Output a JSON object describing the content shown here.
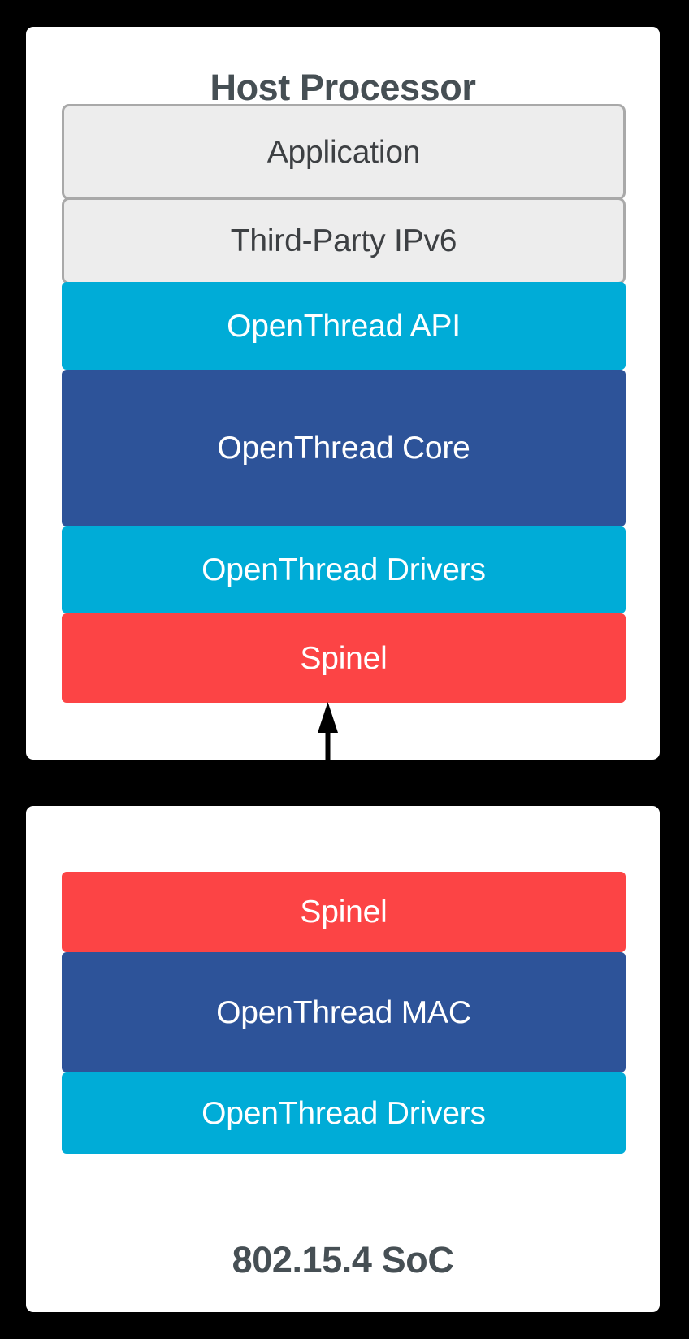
{
  "diagram": {
    "type": "layered-architecture",
    "background_color": "#000000",
    "orientation": "vertical"
  },
  "palette": {
    "card_background": "#ffffff",
    "title_text": "#464f54",
    "grey_fill": "#ededed",
    "grey_border": "#a9a9a9",
    "grey_text": "#3d4043",
    "cyan": "#00acd7",
    "navy": "#2d5399",
    "red": "#fc4445",
    "layer_text": "#ffffff",
    "connector": "#000000"
  },
  "host_processor": {
    "title": "Host Processor",
    "title_position": "top",
    "layers": [
      {
        "label": "Application",
        "style": "grey",
        "icon": "layer-block"
      },
      {
        "label": "Third-Party IPv6",
        "style": "grey",
        "icon": "layer-block"
      },
      {
        "label": "OpenThread API",
        "style": "cyan",
        "icon": "layer-block"
      },
      {
        "label": "OpenThread Core",
        "style": "navy",
        "icon": "layer-block"
      },
      {
        "label": "OpenThread Drivers",
        "style": "cyan",
        "icon": "layer-block"
      },
      {
        "label": "Spinel",
        "style": "red",
        "icon": "layer-block"
      }
    ]
  },
  "connector": {
    "kind": "double-headed-arrow",
    "direction": "bidirectional",
    "icon": "arrow-up-down-icon",
    "label": "",
    "color": "#000000",
    "connects": [
      "Spinel (Host Processor)",
      "Spinel (802.15.4 SoC)"
    ]
  },
  "soc": {
    "title": "802.15.4 SoC",
    "title_position": "bottom",
    "layers": [
      {
        "label": "Spinel",
        "style": "red",
        "icon": "layer-block"
      },
      {
        "label": "OpenThread MAC",
        "style": "navy",
        "icon": "layer-block"
      },
      {
        "label": "OpenThread Drivers",
        "style": "cyan",
        "icon": "layer-block"
      }
    ]
  }
}
